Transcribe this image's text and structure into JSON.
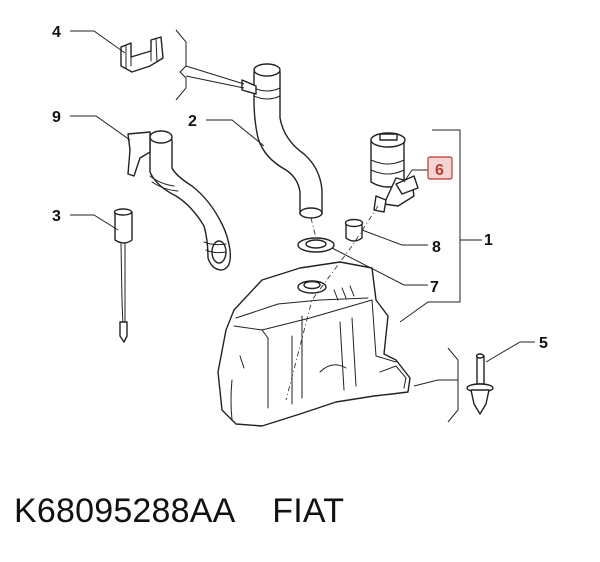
{
  "diagram": {
    "callouts": [
      {
        "id": "4",
        "label": "4"
      },
      {
        "id": "9",
        "label": "9"
      },
      {
        "id": "2",
        "label": "2"
      },
      {
        "id": "3",
        "label": "3"
      },
      {
        "id": "6",
        "label": "6",
        "highlighted": true
      },
      {
        "id": "1",
        "label": "1"
      },
      {
        "id": "8",
        "label": "8"
      },
      {
        "id": "7",
        "label": "7"
      },
      {
        "id": "5",
        "label": "5"
      }
    ],
    "highlight_color": "#c0392b",
    "highlight_fill": "#f4d4d4"
  },
  "caption": {
    "part_number": "K68095288AA",
    "brand": "FIAT"
  }
}
